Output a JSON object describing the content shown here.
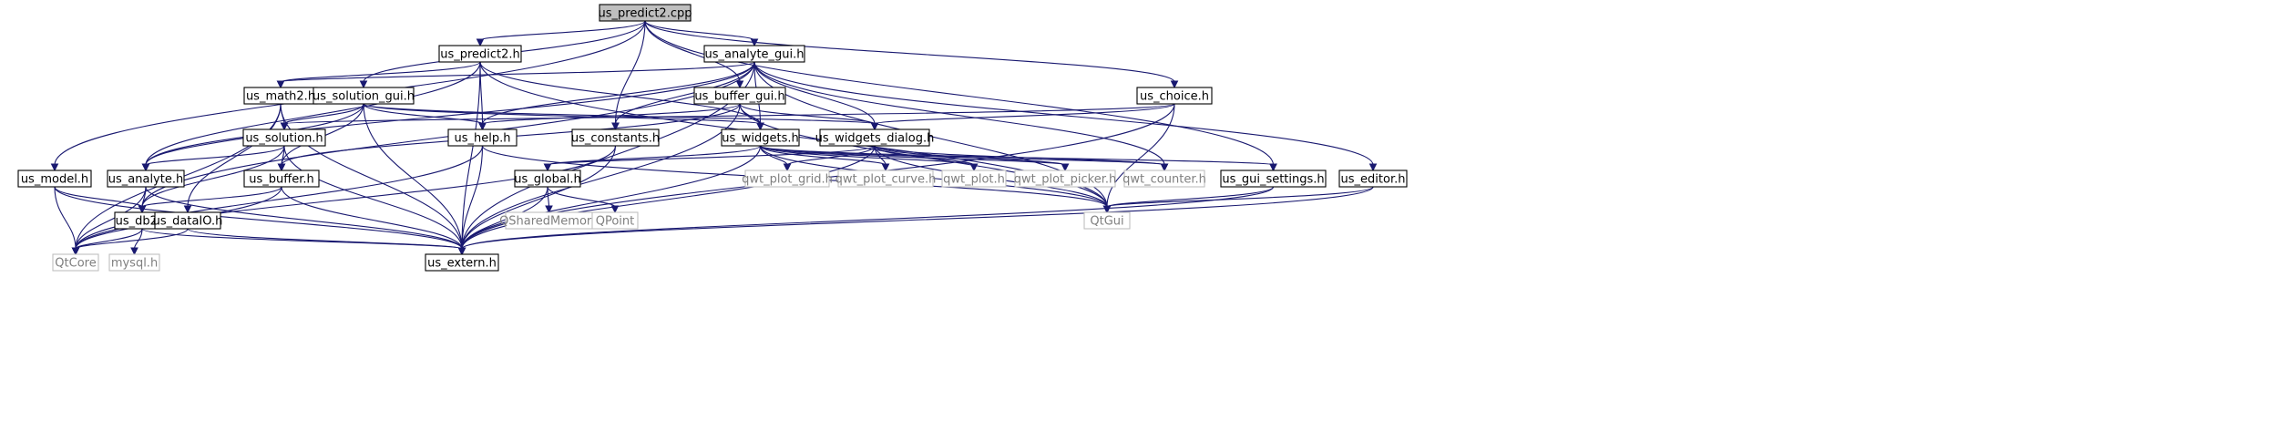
{
  "diagram": {
    "type": "include-dependency-graph",
    "colors": {
      "edge": "#191970",
      "root_fill": "#bfbfbf",
      "node_border": "#000000",
      "external_border": "#bfbfbf",
      "external_text": "#7f7f7f"
    },
    "nodes": [
      {
        "id": "us_predict2_cpp",
        "label": "us_predict2.cpp",
        "kind": "root"
      },
      {
        "id": "us_predict2_h",
        "label": "us_predict2.h",
        "kind": "file"
      },
      {
        "id": "us_analyte_gui_h",
        "label": "us_analyte_gui.h",
        "kind": "file"
      },
      {
        "id": "us_math2_h",
        "label": "us_math2.h",
        "kind": "file"
      },
      {
        "id": "us_solution_gui_h",
        "label": "us_solution_gui.h",
        "kind": "file"
      },
      {
        "id": "us_buffer_gui_h",
        "label": "us_buffer_gui.h",
        "kind": "file"
      },
      {
        "id": "us_choice_h",
        "label": "us_choice.h",
        "kind": "file"
      },
      {
        "id": "us_solution_h",
        "label": "us_solution.h",
        "kind": "file"
      },
      {
        "id": "us_help_h",
        "label": "us_help.h",
        "kind": "file"
      },
      {
        "id": "us_constants_h",
        "label": "us_constants.h",
        "kind": "file"
      },
      {
        "id": "us_widgets_h",
        "label": "us_widgets.h",
        "kind": "file"
      },
      {
        "id": "us_widgets_dialog_h",
        "label": "us_widgets_dialog.h",
        "kind": "file"
      },
      {
        "id": "us_model_h",
        "label": "us_model.h",
        "kind": "file"
      },
      {
        "id": "us_analyte_h",
        "label": "us_analyte.h",
        "kind": "file"
      },
      {
        "id": "us_buffer_h",
        "label": "us_buffer.h",
        "kind": "file"
      },
      {
        "id": "us_global_h",
        "label": "us_global.h",
        "kind": "file"
      },
      {
        "id": "qwt_plot_grid_h",
        "label": "qwt_plot_grid.h",
        "kind": "external"
      },
      {
        "id": "qwt_plot_curve_h",
        "label": "qwt_plot_curve.h",
        "kind": "external"
      },
      {
        "id": "qwt_plot_h",
        "label": "qwt_plot.h",
        "kind": "external"
      },
      {
        "id": "qwt_plot_picker_h",
        "label": "qwt_plot_picker.h",
        "kind": "external"
      },
      {
        "id": "qwt_counter_h",
        "label": "qwt_counter.h",
        "kind": "external"
      },
      {
        "id": "us_gui_settings_h",
        "label": "us_gui_settings.h",
        "kind": "file"
      },
      {
        "id": "us_editor_h",
        "label": "us_editor.h",
        "kind": "file"
      },
      {
        "id": "us_db2_h",
        "label": "us_db2.h",
        "kind": "file"
      },
      {
        "id": "us_dataIO_h",
        "label": "us_dataIO.h",
        "kind": "file"
      },
      {
        "id": "QSharedMemory",
        "label": "QSharedMemory",
        "kind": "external"
      },
      {
        "id": "QPoint",
        "label": "QPoint",
        "kind": "external"
      },
      {
        "id": "QtGui",
        "label": "QtGui",
        "kind": "external"
      },
      {
        "id": "QtCore",
        "label": "QtCore",
        "kind": "external"
      },
      {
        "id": "mysql_h",
        "label": "mysql.h",
        "kind": "external"
      },
      {
        "id": "us_extern_h",
        "label": "us_extern.h",
        "kind": "file"
      }
    ],
    "edges": [
      [
        "us_predict2_cpp",
        "us_predict2_h"
      ],
      [
        "us_predict2_cpp",
        "us_analyte_gui_h"
      ],
      [
        "us_predict2_cpp",
        "us_solution_gui_h"
      ],
      [
        "us_predict2_cpp",
        "us_buffer_gui_h"
      ],
      [
        "us_predict2_cpp",
        "us_choice_h"
      ],
      [
        "us_predict2_cpp",
        "us_constants_h"
      ],
      [
        "us_predict2_cpp",
        "us_model_h"
      ],
      [
        "us_predict2_cpp",
        "us_gui_settings_h"
      ],
      [
        "us_predict2_h",
        "us_math2_h"
      ],
      [
        "us_predict2_h",
        "us_analyte_h"
      ],
      [
        "us_predict2_h",
        "us_help_h"
      ],
      [
        "us_predict2_h",
        "us_widgets_h"
      ],
      [
        "us_predict2_h",
        "us_extern_h"
      ],
      [
        "us_predict2_h",
        "QtGui"
      ],
      [
        "us_analyte_gui_h",
        "us_math2_h"
      ],
      [
        "us_analyte_gui_h",
        "us_analyte_h"
      ],
      [
        "us_analyte_gui_h",
        "us_db2_h"
      ],
      [
        "us_analyte_gui_h",
        "us_help_h"
      ],
      [
        "us_analyte_gui_h",
        "us_constants_h"
      ],
      [
        "us_analyte_gui_h",
        "us_widgets_h"
      ],
      [
        "us_analyte_gui_h",
        "us_widgets_dialog_h"
      ],
      [
        "us_analyte_gui_h",
        "qwt_counter_h"
      ],
      [
        "us_analyte_gui_h",
        "us_editor_h"
      ],
      [
        "us_analyte_gui_h",
        "us_extern_h"
      ],
      [
        "us_analyte_gui_h",
        "QtGui"
      ],
      [
        "us_math2_h",
        "us_solution_h"
      ],
      [
        "us_math2_h",
        "us_dataIO_h"
      ],
      [
        "us_math2_h",
        "us_extern_h"
      ],
      [
        "us_math2_h",
        "QtCore"
      ],
      [
        "us_solution_gui_h",
        "us_solution_h"
      ],
      [
        "us_solution_gui_h",
        "us_analyte_h"
      ],
      [
        "us_solution_gui_h",
        "us_buffer_h"
      ],
      [
        "us_solution_gui_h",
        "us_help_h"
      ],
      [
        "us_solution_gui_h",
        "us_widgets_h"
      ],
      [
        "us_solution_gui_h",
        "us_widgets_dialog_h"
      ],
      [
        "us_solution_gui_h",
        "us_extern_h"
      ],
      [
        "us_buffer_gui_h",
        "us_help_h"
      ],
      [
        "us_buffer_gui_h",
        "us_buffer_h"
      ],
      [
        "us_buffer_gui_h",
        "us_widgets_h"
      ],
      [
        "us_buffer_gui_h",
        "us_widgets_dialog_h"
      ],
      [
        "us_buffer_gui_h",
        "us_extern_h"
      ],
      [
        "us_buffer_gui_h",
        "QtGui"
      ],
      [
        "us_choice_h",
        "us_widgets_dialog_h"
      ],
      [
        "us_choice_h",
        "us_solution_h"
      ],
      [
        "us_choice_h",
        "us_extern_h"
      ],
      [
        "us_choice_h",
        "QtGui"
      ],
      [
        "us_solution_h",
        "us_analyte_h"
      ],
      [
        "us_solution_h",
        "us_buffer_h"
      ],
      [
        "us_solution_h",
        "us_db2_h"
      ],
      [
        "us_solution_h",
        "us_extern_h"
      ],
      [
        "us_help_h",
        "us_extern_h"
      ],
      [
        "us_help_h",
        "QtGui"
      ],
      [
        "us_help_h",
        "QtCore"
      ],
      [
        "us_constants_h",
        "us_extern_h"
      ],
      [
        "us_constants_h",
        "QtCore"
      ],
      [
        "us_widgets_h",
        "us_global_h"
      ],
      [
        "us_widgets_h",
        "qwt_plot_grid_h"
      ],
      [
        "us_widgets_h",
        "qwt_plot_curve_h"
      ],
      [
        "us_widgets_h",
        "qwt_plot_h"
      ],
      [
        "us_widgets_h",
        "qwt_plot_picker_h"
      ],
      [
        "us_widgets_h",
        "qwt_counter_h"
      ],
      [
        "us_widgets_h",
        "us_gui_settings_h"
      ],
      [
        "us_widgets_h",
        "us_extern_h"
      ],
      [
        "us_widgets_h",
        "QtGui"
      ],
      [
        "us_widgets_dialog_h",
        "us_global_h"
      ],
      [
        "us_widgets_dialog_h",
        "qwt_plot_grid_h"
      ],
      [
        "us_widgets_dialog_h",
        "qwt_plot_curve_h"
      ],
      [
        "us_widgets_dialog_h",
        "qwt_plot_h"
      ],
      [
        "us_widgets_dialog_h",
        "qwt_plot_picker_h"
      ],
      [
        "us_widgets_dialog_h",
        "qwt_counter_h"
      ],
      [
        "us_widgets_dialog_h",
        "QtGui"
      ],
      [
        "us_widgets_dialog_h",
        "us_extern_h"
      ],
      [
        "us_model_h",
        "us_db2_h"
      ],
      [
        "us_model_h",
        "us_extern_h"
      ],
      [
        "us_model_h",
        "QtCore"
      ],
      [
        "us_analyte_h",
        "us_db2_h"
      ],
      [
        "us_analyte_h",
        "us_extern_h"
      ],
      [
        "us_analyte_h",
        "QtCore"
      ],
      [
        "us_buffer_h",
        "us_db2_h"
      ],
      [
        "us_buffer_h",
        "us_extern_h"
      ],
      [
        "us_buffer_h",
        "QtCore"
      ],
      [
        "us_global_h",
        "QSharedMemory"
      ],
      [
        "us_global_h",
        "QPoint"
      ],
      [
        "us_global_h",
        "us_extern_h"
      ],
      [
        "us_gui_settings_h",
        "QtGui"
      ],
      [
        "us_gui_settings_h",
        "us_extern_h"
      ],
      [
        "us_editor_h",
        "QtGui"
      ],
      [
        "us_editor_h",
        "us_extern_h"
      ],
      [
        "us_db2_h",
        "QtCore"
      ],
      [
        "us_db2_h",
        "mysql_h"
      ],
      [
        "us_db2_h",
        "us_extern_h"
      ],
      [
        "us_dataIO_h",
        "QtCore"
      ],
      [
        "us_dataIO_h",
        "us_extern_h"
      ]
    ]
  }
}
